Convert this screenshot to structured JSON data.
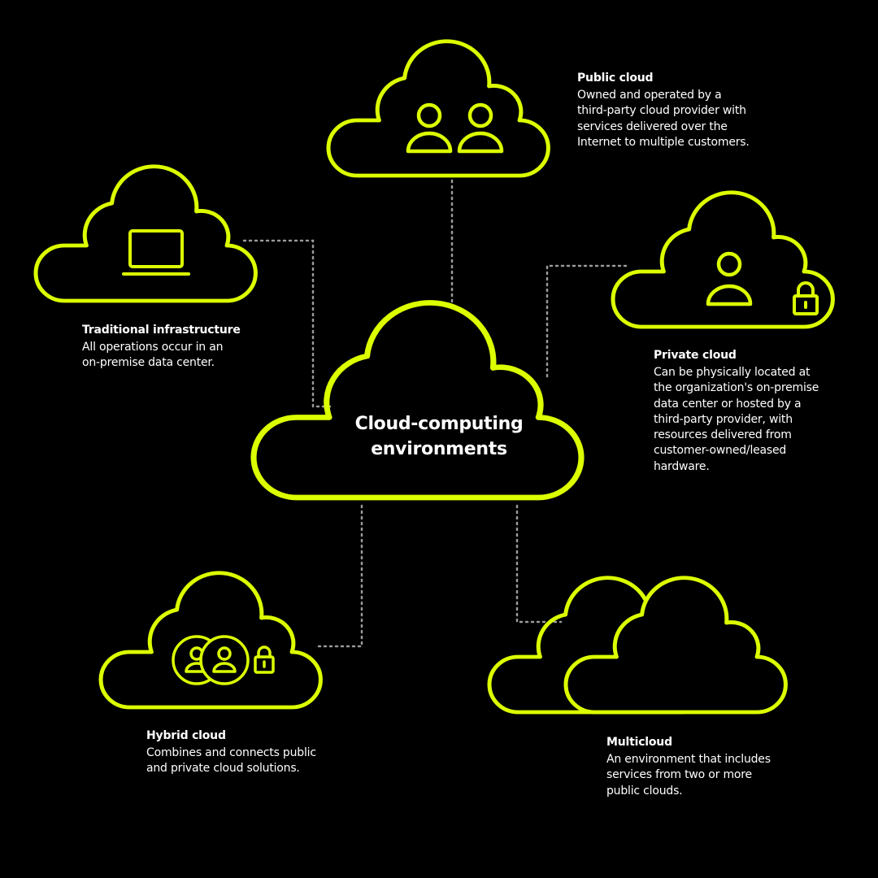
{
  "colors": {
    "background": "#000000",
    "accent": "#dcff00",
    "connector": "#9a9a9a",
    "text": "#ffffff"
  },
  "center": {
    "title_line1": "Cloud-computing",
    "title_line2": "environments"
  },
  "nodes": {
    "public": {
      "title": "Public cloud",
      "description": [
        "Owned and operated by a",
        "third-party cloud provider with",
        "services delivered over the",
        "Internet to multiple customers."
      ],
      "icons": [
        "user-icon",
        "user-icon"
      ]
    },
    "traditional": {
      "title": "Traditional infrastructure",
      "description": [
        "All operations occur in an",
        "on-premise data center."
      ],
      "icons": [
        "laptop-icon"
      ]
    },
    "private": {
      "title": "Private cloud",
      "description": [
        "Can be physically located at",
        "the organization's on-premise",
        "data center or hosted by a",
        "third-party provider, with",
        "resources delivered from",
        "customer-owned/leased",
        "hardware."
      ],
      "icons": [
        "user-icon",
        "lock-icon"
      ]
    },
    "hybrid": {
      "title": "Hybrid cloud",
      "description": [
        "Combines and connects public",
        "and private cloud solutions."
      ],
      "icons": [
        "user-circle-icon",
        "user-circle-icon",
        "lock-icon"
      ]
    },
    "multi": {
      "title": "Multicloud",
      "description": [
        "An environment that includes",
        "services from two or more",
        "public clouds."
      ],
      "icons": []
    }
  }
}
